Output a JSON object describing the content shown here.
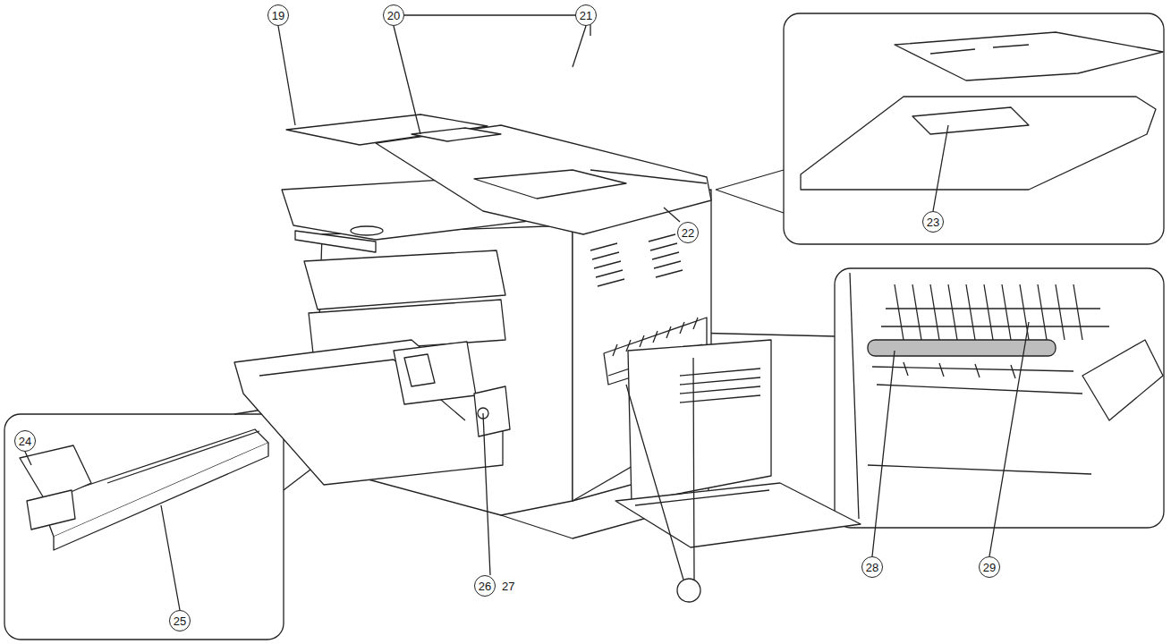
{
  "diagram": {
    "labels": [
      "19",
      "20",
      "21",
      "22",
      "23",
      "24",
      "25",
      "26",
      "27",
      "28",
      "29"
    ]
  }
}
